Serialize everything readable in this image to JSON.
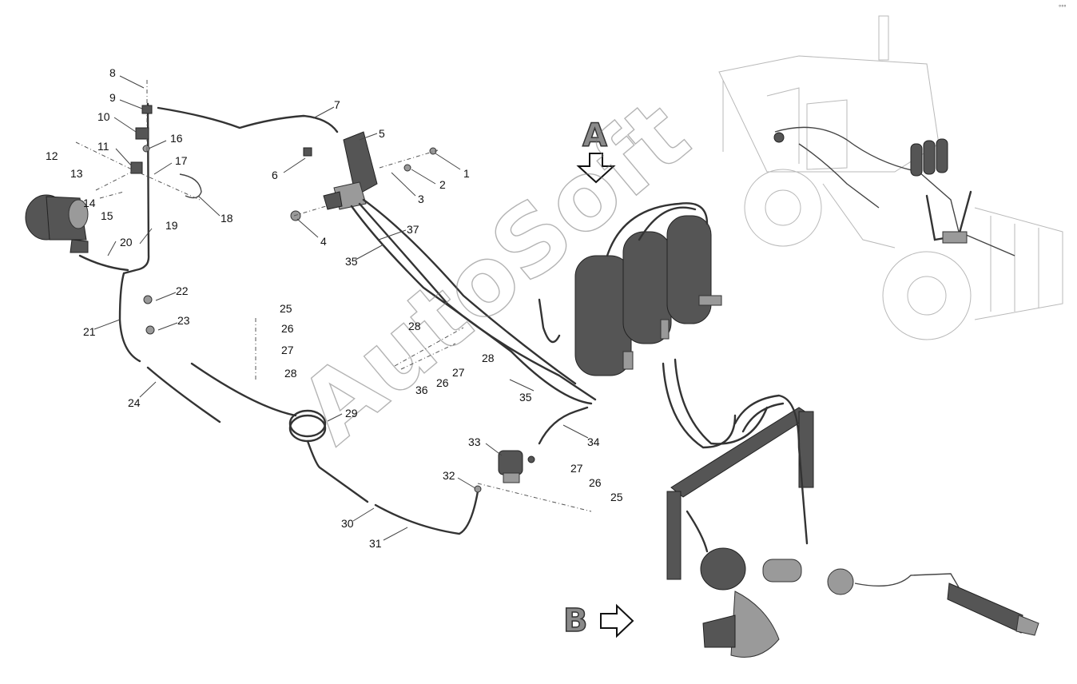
{
  "view_labels": {
    "view_a": "A",
    "view_b": "B"
  },
  "watermark": "AutoSoft",
  "corner_mark": "°°°",
  "callouts": {
    "c1": "1",
    "c2": "2",
    "c3": "3",
    "c4": "4",
    "c5": "5",
    "c6": "6",
    "c7": "7",
    "c8": "8",
    "c9": "9",
    "c10": "10",
    "c11": "11",
    "c12": "12",
    "c13": "13",
    "c14": "14",
    "c15": "15",
    "c16": "16",
    "c17": "17",
    "c18": "18",
    "c19": "19",
    "c20": "20",
    "c21": "21",
    "c22": "22",
    "c23": "23",
    "c24": "24",
    "c25a": "25",
    "c26a": "26",
    "c27a": "27",
    "c28a": "28",
    "c28b": "28",
    "c28c": "28",
    "c27b": "27",
    "c26b": "26",
    "c36": "36",
    "c35a": "35",
    "c37": "37",
    "c35b": "35",
    "c29": "29",
    "c30": "30",
    "c31": "31",
    "c32": "32",
    "c33": "33",
    "c34": "34",
    "c27c": "27",
    "c26c": "26",
    "c25b": "25"
  },
  "colors": {
    "ink": "#111111",
    "part_dark": "#555555",
    "part_light": "#9a9a9a",
    "ghost": "#b9b9b9"
  }
}
